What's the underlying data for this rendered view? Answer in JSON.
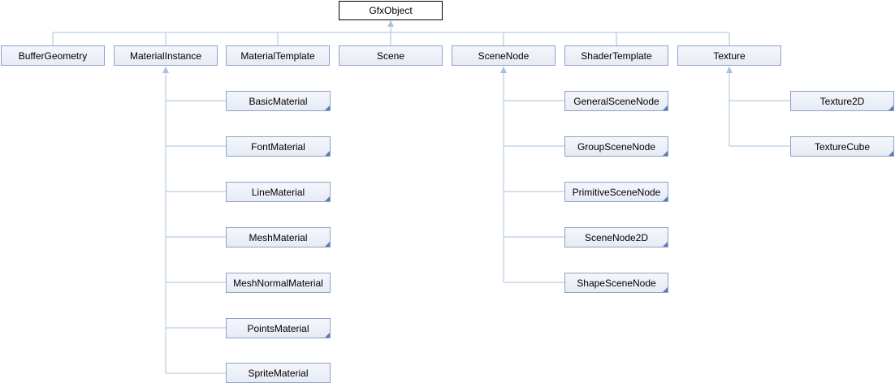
{
  "diagram": {
    "root": "GfxObject",
    "children": {
      "buffer_geometry": "BufferGeometry",
      "material_instance": "MaterialInstance",
      "material_template": "MaterialTemplate",
      "scene": "Scene",
      "scene_node": "SceneNode",
      "shader_template": "ShaderTemplate",
      "texture": "Texture"
    },
    "materials": {
      "basic": "BasicMaterial",
      "font": "FontMaterial",
      "line": "LineMaterial",
      "mesh": "MeshMaterial",
      "mesh_normal": "MeshNormalMaterial",
      "points": "PointsMaterial",
      "sprite": "SpriteMaterial"
    },
    "scene_nodes": {
      "general": "GeneralSceneNode",
      "group": "GroupSceneNode",
      "primitive": "PrimitiveSceneNode",
      "scene_node_2d": "SceneNode2D",
      "shape": "ShapeSceneNode"
    },
    "textures": {
      "texture_2d": "Texture2D",
      "texture_cube": "TextureCube"
    },
    "colors": {
      "edge": "#a9c1dd",
      "node_border": "#8ea2c8",
      "corner": "#5b78b8"
    }
  }
}
